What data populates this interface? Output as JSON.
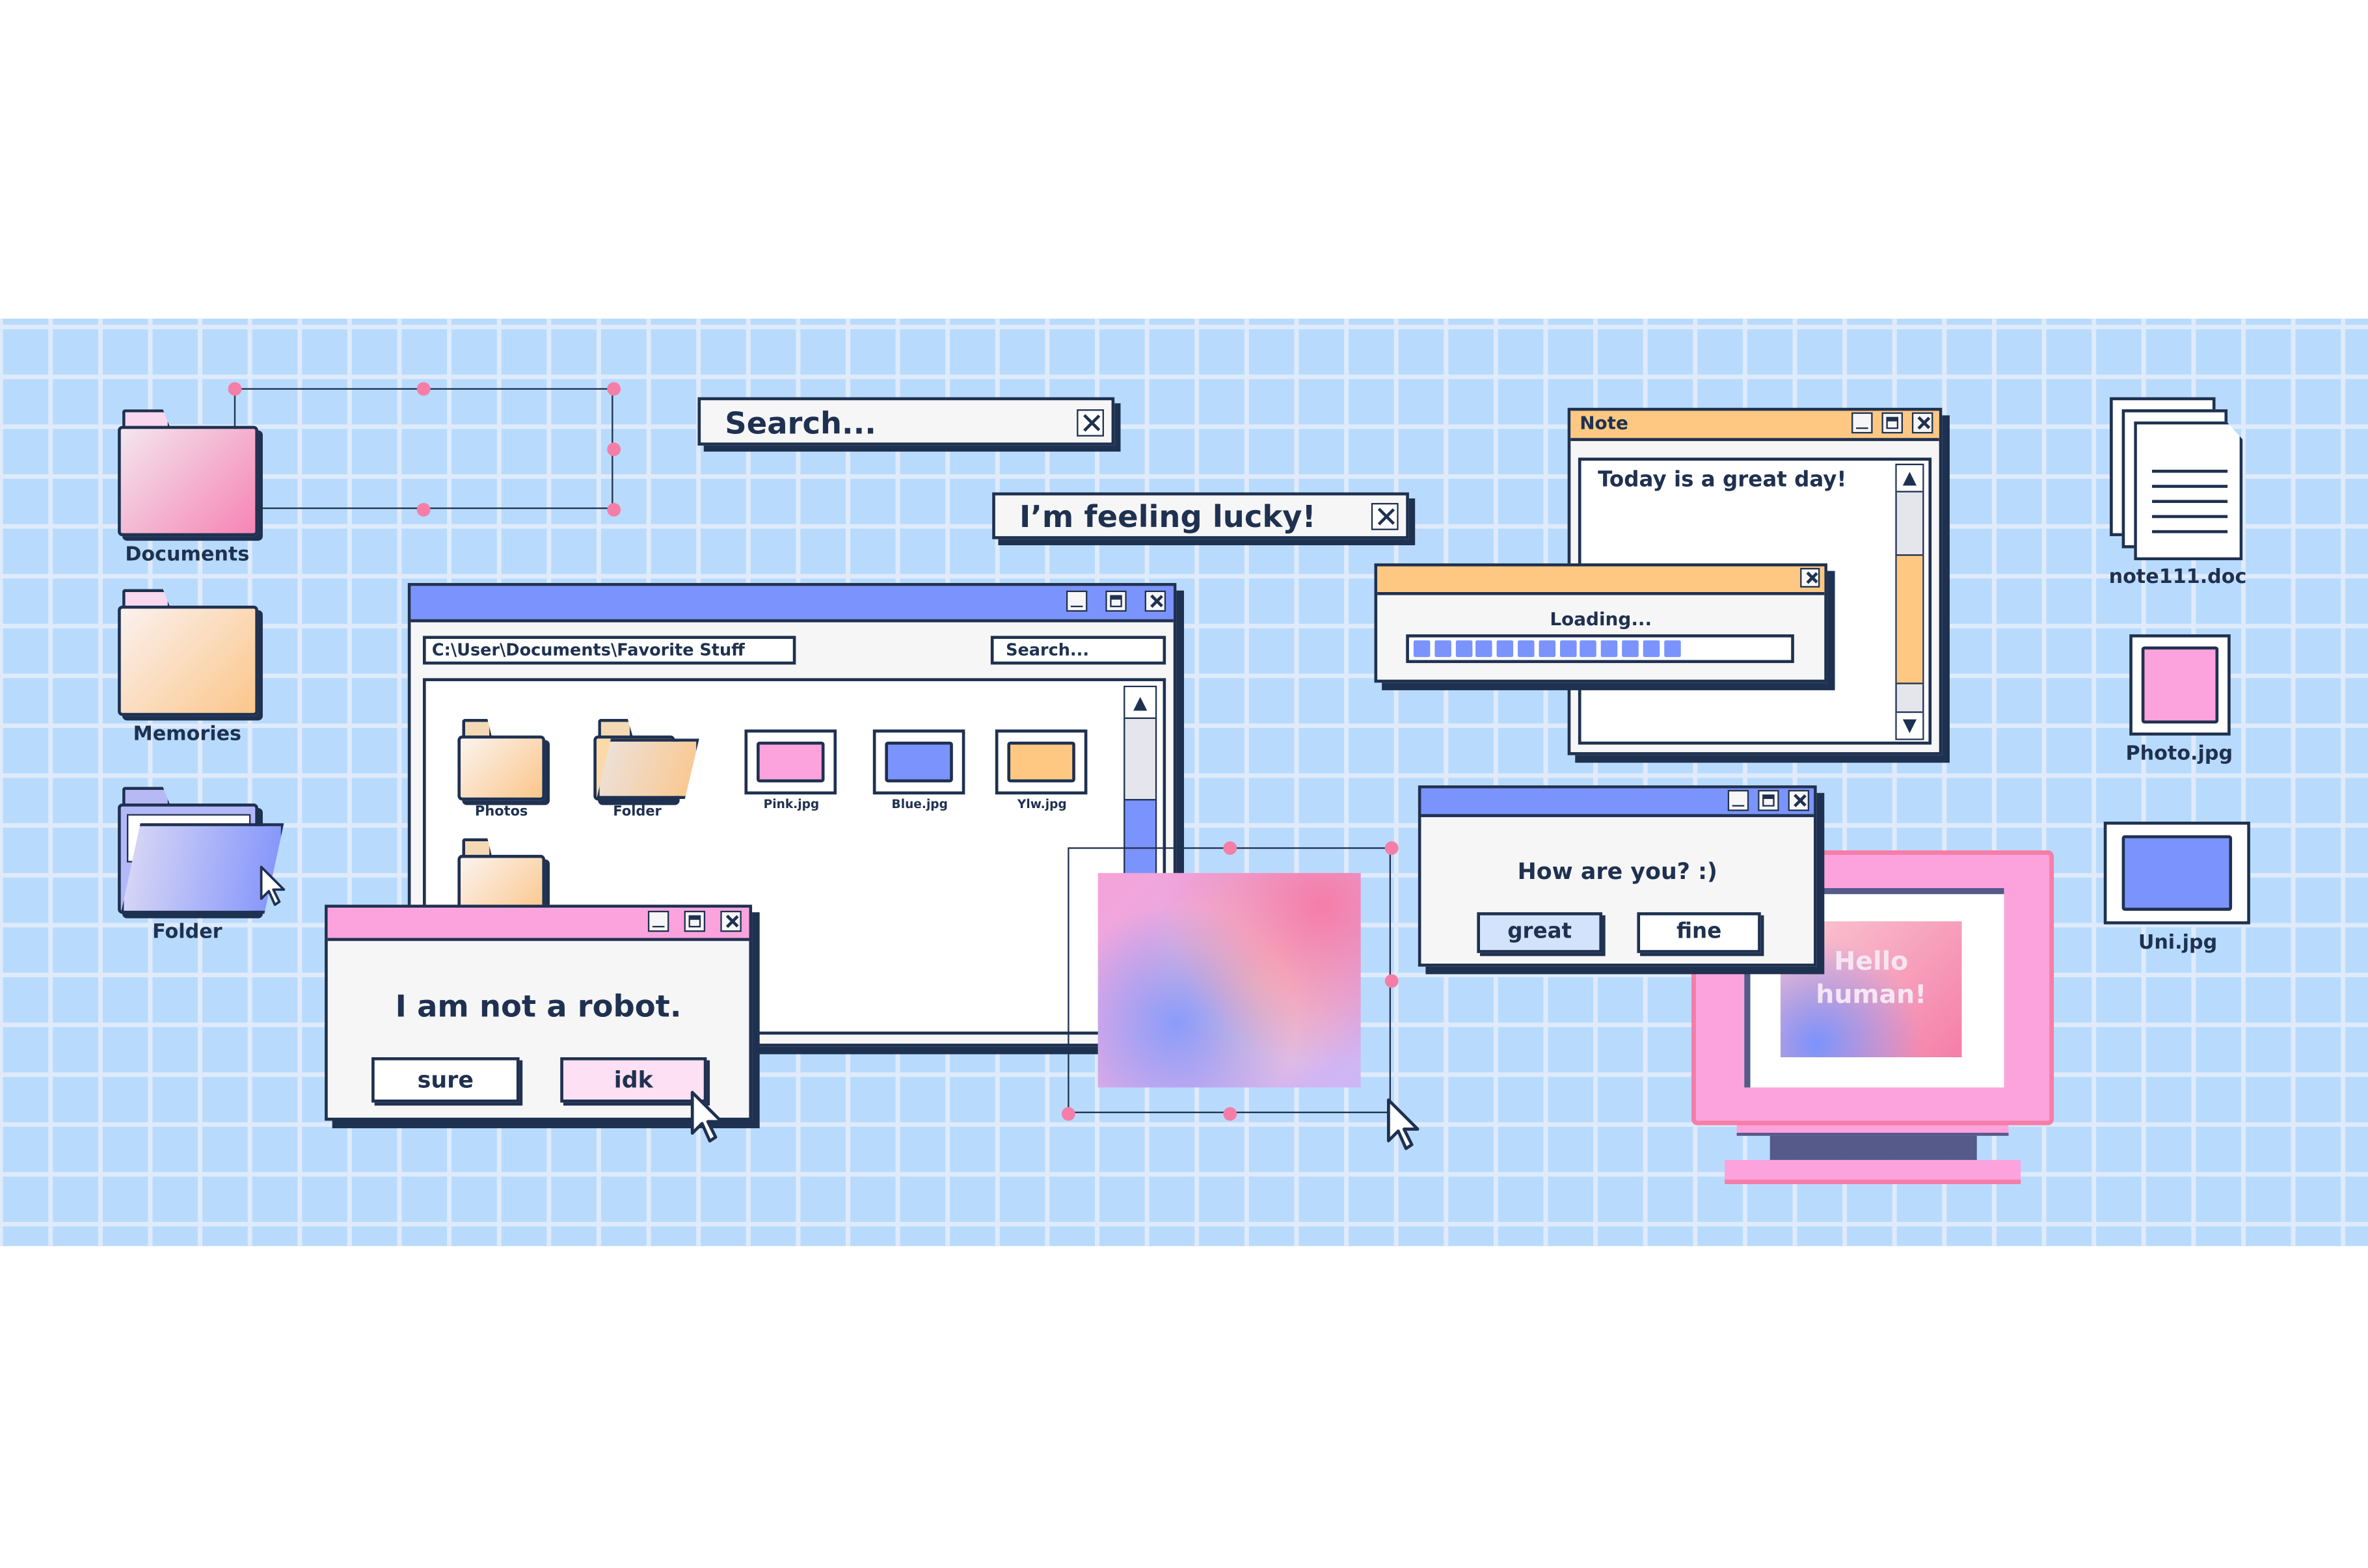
{
  "desktop": {
    "icons_left": [
      {
        "label": "Documents"
      },
      {
        "label": "Memories"
      },
      {
        "label": "Folder"
      }
    ],
    "icons_right": [
      {
        "label": "note111.doc"
      },
      {
        "label": "Photo.jpg"
      },
      {
        "label": "Uni.jpg"
      }
    ]
  },
  "search_bar": {
    "text": "Search..."
  },
  "lucky_bar": {
    "text": "I’m feeling lucky!"
  },
  "explorer": {
    "path": "C:\\User\\Documents\\Favorite Stuff",
    "search_placeholder": "Search...",
    "items": [
      {
        "label": "Photos",
        "type": "folder"
      },
      {
        "label": "Folder",
        "type": "folder-open"
      },
      {
        "label": "Pink.jpg",
        "type": "image",
        "color": "#fca3dd"
      },
      {
        "label": "Blue.jpg",
        "type": "image",
        "color": "#7b93fc"
      },
      {
        "label": "Ylw.jpg",
        "type": "image",
        "color": "#fec882"
      },
      {
        "label": "",
        "type": "folder"
      }
    ]
  },
  "robot_dialog": {
    "message": "I am not a robot.",
    "buttons": [
      "sure",
      "idk"
    ]
  },
  "note_window": {
    "title": "Note",
    "text": "Today is a great day!"
  },
  "loading_window": {
    "label": "Loading...",
    "progress_percent": 72,
    "blocks_filled": 13,
    "blocks_total": 18
  },
  "mood_dialog": {
    "message": "How are you? :)",
    "buttons": [
      "great",
      "fine"
    ]
  },
  "monitor": {
    "screen_text_1": "Hello",
    "screen_text_2": "human!"
  },
  "colors": {
    "navy": "#1f3150",
    "blue": "#7b93fc",
    "pink": "#fca3dd",
    "orange": "#fec882",
    "grid_bg": "#b8dbfd",
    "handle": "#f57ea8"
  }
}
